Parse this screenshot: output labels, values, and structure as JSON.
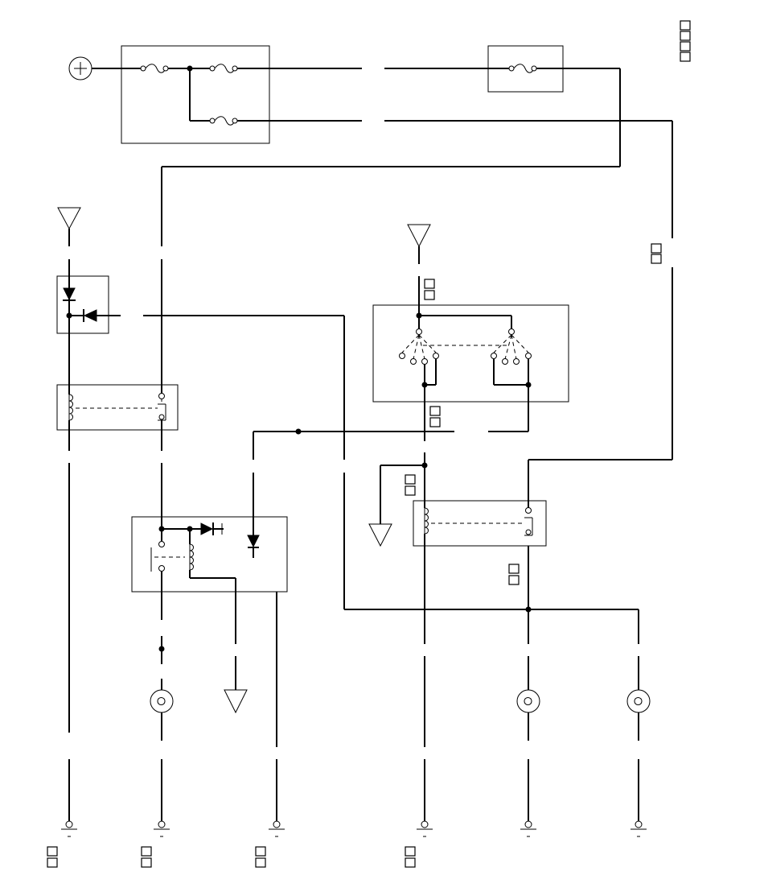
{
  "diagram": {
    "colors": {
      "line": "#000000",
      "background": "#ffffff"
    },
    "power_source": "+",
    "symbols": {
      "fuse": "fuse-icon",
      "relay": "relay-icon",
      "diode": "diode-icon",
      "lamp": "lamp-icon",
      "ground": "ground-icon",
      "connector": "connector-triangle-icon",
      "switch": "multi-position-switch-icon"
    },
    "glyph_markers": {
      "corner_title": 4,
      "bottom_labels": 8,
      "mid_labels": 10
    }
  }
}
